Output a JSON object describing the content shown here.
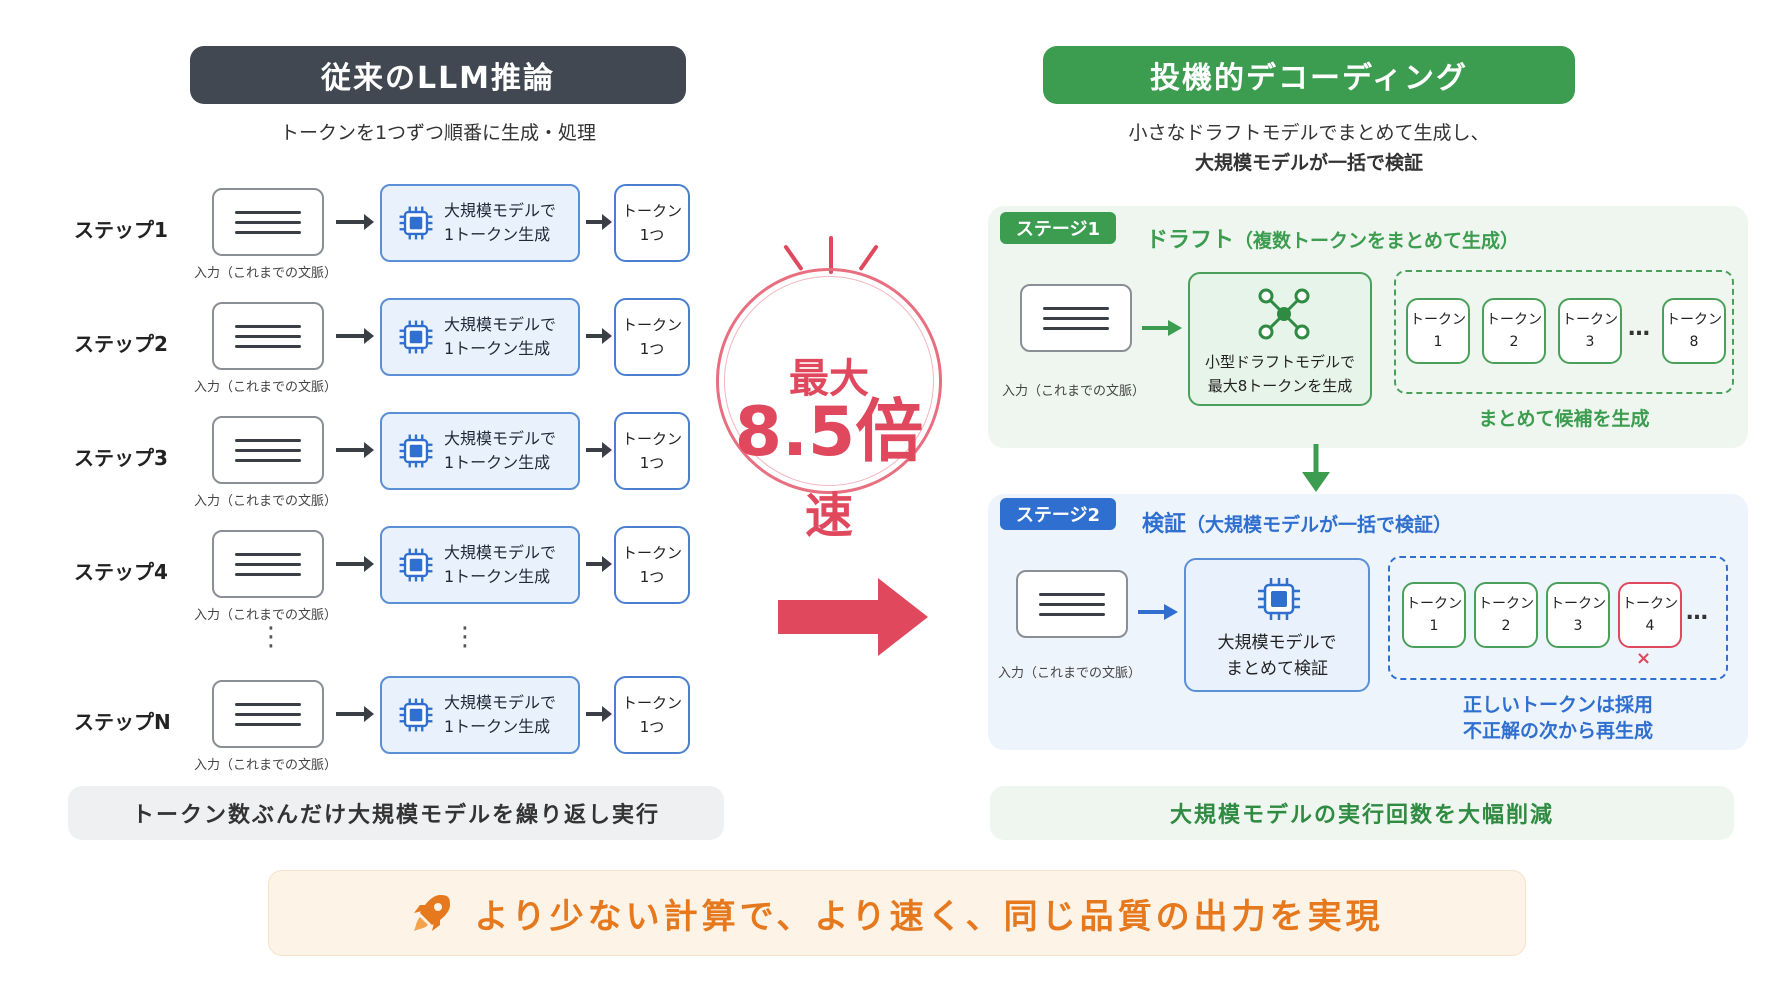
{
  "left": {
    "header": "従来のLLM推論",
    "subtitle": "トークンを1つずつ順番に生成・処理",
    "doc_caption": "入力（これまでの文脈）",
    "model_line1": "大規模モデルで",
    "model_line2": "1トークン生成",
    "token_line1": "トークン",
    "token_line2": "1つ",
    "steps": [
      "ステップ1",
      "ステップ2",
      "ステップ3",
      "ステップ4",
      "ステップN"
    ],
    "footer": "トークン数ぶんだけ大規模モデルを繰り返し実行"
  },
  "middle": {
    "line1": "最大",
    "line2": "8.5倍",
    "line3": "速"
  },
  "right": {
    "header": "投機的デコーディング",
    "subtitle_line1": "小さなドラフトモデルでまとめて生成し、",
    "subtitle_line2": "大規模モデルが一括で検証",
    "stage1": {
      "tag": "ステージ1",
      "title": "ドラフト",
      "title_note": "（複数トークンをまとめて生成）",
      "doc_caption": "入力（これまでの文脈）",
      "model_line1": "小型ドラフトモデルで",
      "model_line2": "最大8トークンを生成",
      "tokens": [
        {
          "label": "トークン",
          "num": "1"
        },
        {
          "label": "トークン",
          "num": "2"
        },
        {
          "label": "トークン",
          "num": "3"
        },
        {
          "label": "トークン",
          "num": "8"
        }
      ],
      "ellipsis": "…",
      "caption": "まとめて候補を生成"
    },
    "stage2": {
      "tag": "ステージ2",
      "title": "検証",
      "title_note": "（大規模モデルが一括で検証）",
      "doc_caption": "入力（これまでの文脈）",
      "model_line1": "大規模モデルで",
      "model_line2": "まとめて検証",
      "tokens": [
        {
          "label": "トークン",
          "num": "1"
        },
        {
          "label": "トークン",
          "num": "2"
        },
        {
          "label": "トークン",
          "num": "3"
        },
        {
          "label": "トークン",
          "num": "4"
        }
      ],
      "ellipsis": "…",
      "reject_mark": "×",
      "caption_line1": "正しいトークンは採用",
      "caption_line2": "不正解の次から再生成"
    },
    "footer": "大規模モデルの実行回数を大幅削減"
  },
  "banner": {
    "text": "より少ない計算で、より速く、同じ品質の出力を実現",
    "icon": "rocket-icon"
  },
  "colors": {
    "dark_header": "#414852",
    "green": "#3c9c4f",
    "blue": "#2f6fcf",
    "red": "#e0485e",
    "orange": "#e6781e"
  }
}
